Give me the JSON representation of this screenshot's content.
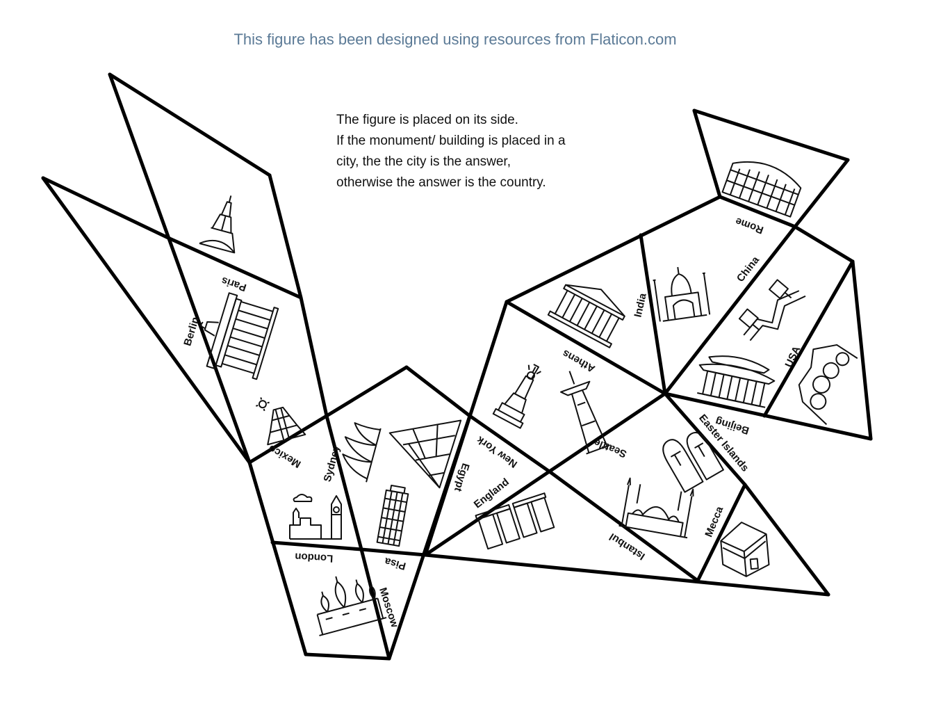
{
  "credit": "This figure has been designed using resources from Flaticon.com",
  "instructions": [
    "The figure is placed on its side.",
    "If the monument/ building is placed in a",
    "city, the the city is the answer,",
    "otherwise the answer is the country."
  ],
  "labels": {
    "paris": "Paris",
    "berlin": "Berlin",
    "mexico": "Mexico",
    "sydney": "Sydney",
    "london": "London",
    "pisa": "Pisa",
    "moscow": "Moscow",
    "egypt": "Egypt",
    "new_york": "New York",
    "england": "England",
    "seattle": "Seattle",
    "athens": "Athens",
    "india": "India",
    "rome": "Rome",
    "china": "China",
    "usa": "USA",
    "beijing": "Beijing",
    "easter_islands": "Easter Islands",
    "mecca": "Mecca",
    "istanbul": "Istanbul"
  },
  "icons": [
    "eiffel-tower-icon",
    "brandenburg-gate-icon",
    "pyramid-temple-icon",
    "opera-house-icon",
    "big-ben-icon",
    "leaning-tower-icon",
    "kremlin-icon",
    "pyramid-icon",
    "statue-of-liberty-icon",
    "space-needle-icon",
    "stonehenge-icon",
    "parthenon-icon",
    "taj-mahal-icon",
    "colosseum-icon",
    "great-wall-icon",
    "mount-rushmore-icon",
    "forbidden-city-icon",
    "moai-icon",
    "blue-mosque-icon",
    "kaaba-icon"
  ]
}
